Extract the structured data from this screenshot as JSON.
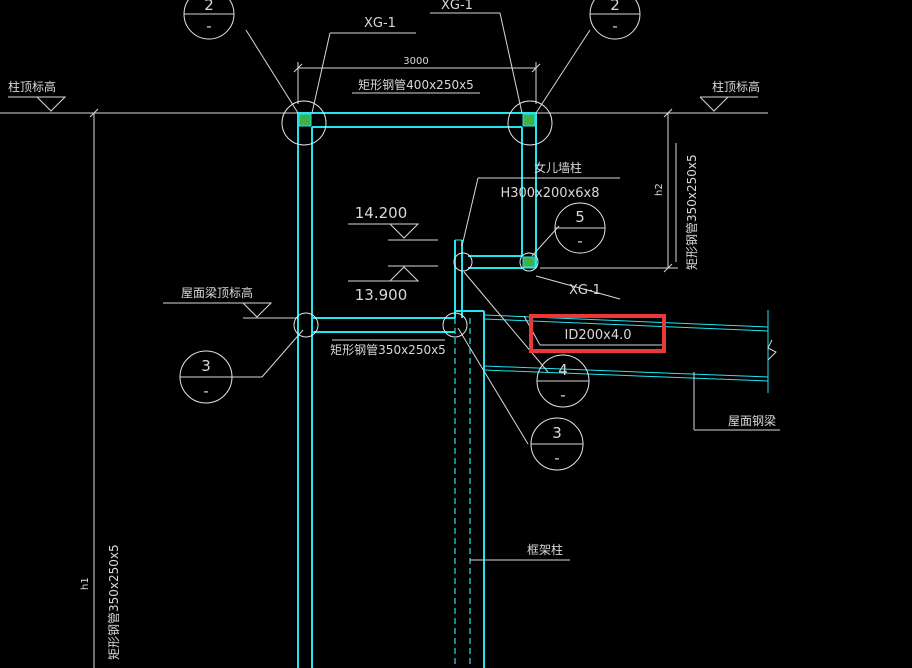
{
  "labels": {
    "xg_top_left": "XG-1",
    "xg_top_right": "XG-1",
    "xg_mid": "XG-1",
    "dim_3000": "3000",
    "top_beam": "矩形钢管400x250x5",
    "col_top_left": "柱顶标高",
    "col_top_right": "柱顶标高",
    "right_col": "矩形钢管350x250x5",
    "h2": "h2",
    "parapet_title": "女儿墙柱",
    "parapet_section": "H300x200x6x8",
    "elev_high": "14.200",
    "elev_low": "13.900",
    "roof_beam_top": "屋面梁顶标高",
    "mid_beam": "矩形钢管350x250x5",
    "purlin": "ID200x4.0",
    "roof_steel_beam": "屋面钢梁",
    "frame_col": "框架柱",
    "h1": "h1",
    "left_col": "矩形钢管350x250x5"
  },
  "markers": {
    "m_top_left": {
      "num": "2",
      "sub": "-"
    },
    "m_top_right": {
      "num": "2",
      "sub": "-"
    },
    "m_5": {
      "num": "5",
      "sub": "-"
    },
    "m_3_left": {
      "num": "3",
      "sub": "-"
    },
    "m_4": {
      "num": "4",
      "sub": "-"
    },
    "m_3_right": {
      "num": "3",
      "sub": "-"
    }
  },
  "colors": {
    "background": "#000000",
    "member": "#22e5f0",
    "annotation": "#d8d8d8",
    "highlight": "#e8383a",
    "node_fill": "#3fb14a"
  }
}
